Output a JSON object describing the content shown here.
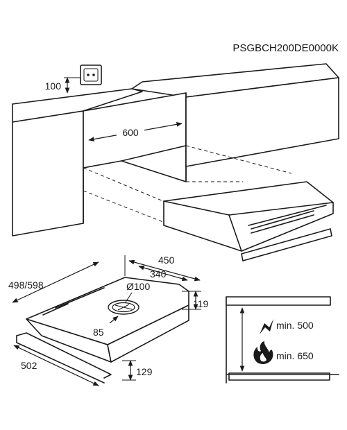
{
  "model_code": "PSGBCH200DE0000K",
  "socket": {
    "height_label": "100"
  },
  "cabinet": {
    "width_label": "600"
  },
  "hood": {
    "width_label": "498/598",
    "depth_label": "450",
    "cutout_depth_label": "340",
    "duct_label": "Ø100",
    "duct_offset_label": "85",
    "height_label": "119",
    "front_width_label": "502",
    "front_height_label": "129"
  },
  "clearance": {
    "electric_label": "min. 500",
    "gas_label": "min. 650",
    "electric_icon": "lightning-icon",
    "gas_icon": "flame-icon"
  }
}
